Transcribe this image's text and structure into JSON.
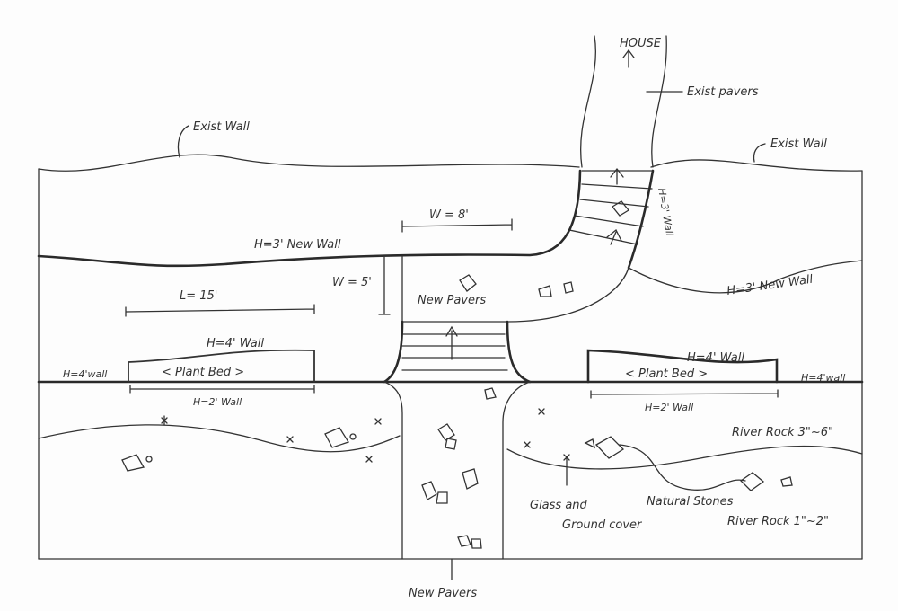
{
  "labels": {
    "house": "HOUSE",
    "exist_pavers": "Exist pavers",
    "exist_wall_left": "Exist Wall",
    "exist_wall_right": "Exist Wall",
    "w8": "W = 8'",
    "h3_wall_vertical": "H=3' Wall",
    "new_wall_left": "H=3' New Wall",
    "new_wall_right": "H=3' New Wall",
    "w5": "W = 5'",
    "l15": "L= 15'",
    "new_pavers_center": "New Pavers",
    "h4_wall_left_bed": "H=4' Wall",
    "h4_wall_right_bed": "H=4' Wall",
    "h4_wall_left": "H=4'wall",
    "h4_wall_right": "H=4'wall",
    "plant_bed_left": "< Plant Bed >",
    "plant_bed_right": "< Plant Bed >",
    "h2_wall_left": "H=2' Wall",
    "h2_wall_right": "H=2' Wall",
    "river_rock_large": "River Rock 3\"~6\"",
    "river_rock_small": "River Rock 1\"~2\"",
    "glass_ground_1": "Glass and",
    "glass_ground_2": "Ground cover",
    "natural_stones": "Natural Stones",
    "new_pavers_bottom": "New Pavers"
  }
}
